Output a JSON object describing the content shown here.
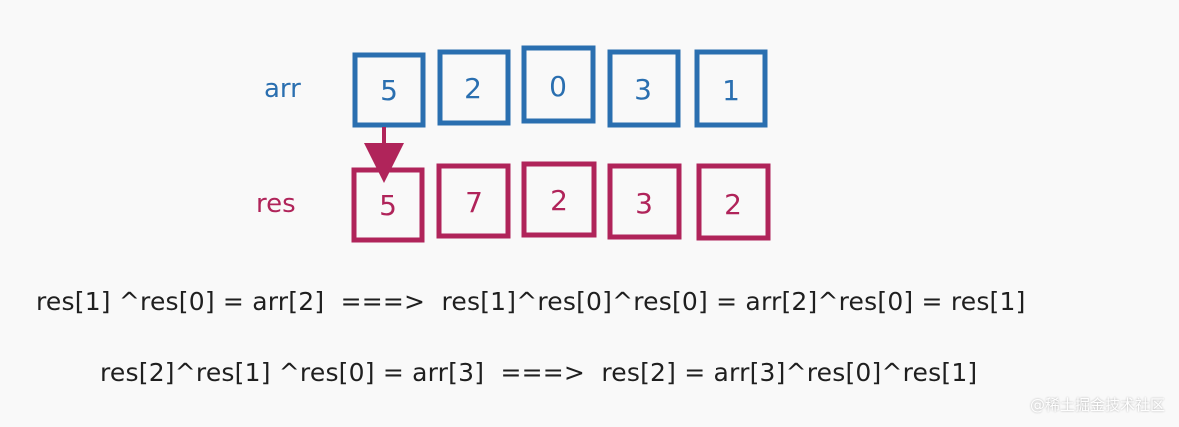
{
  "colors": {
    "arr": "#2a6fb0",
    "res": "#b0245a",
    "text": "#1f1f1f",
    "background": "#f9f9f9"
  },
  "arr": {
    "label": "arr",
    "values": [
      "5",
      "2",
      "0",
      "3",
      "1"
    ]
  },
  "res": {
    "label": "res",
    "values": [
      "5",
      "7",
      "2",
      "3",
      "2"
    ]
  },
  "equations": {
    "line1": "res[1] ^res[0] = arr[2]  ===>  res[1]^res[0]^res[0] = arr[2]^res[0] = res[1]",
    "line2": "res[2]^res[1] ^res[0] = arr[3]  ===>  res[2] = arr[3]^res[0]^res[1]"
  },
  "watermark": "@稀土掘金技术社区"
}
